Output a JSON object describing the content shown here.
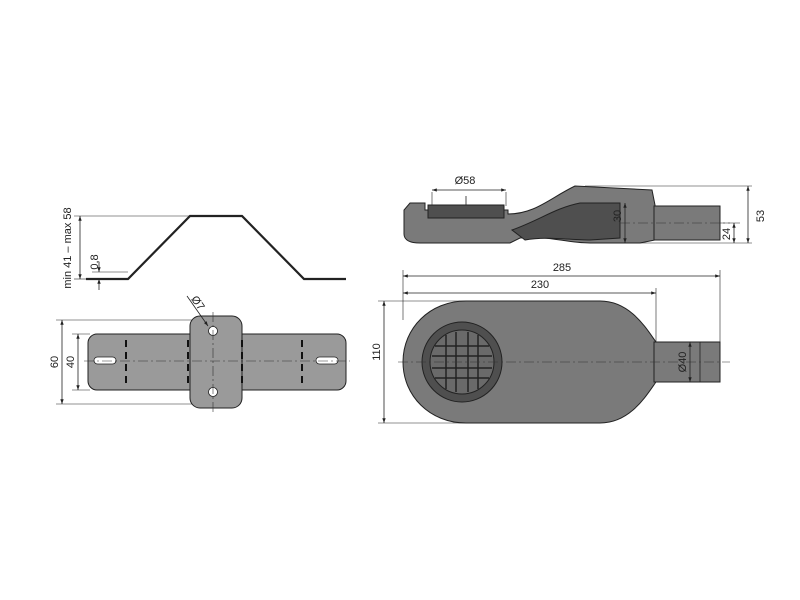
{
  "drawing": {
    "profile_view": {
      "height_range_label": "min 41 – max 58",
      "thickness_label": "0,8"
    },
    "bracket_view": {
      "outer_height_label": "60",
      "inner_height_label": "40",
      "hole_label": "Ø7"
    },
    "side_view": {
      "grate_diameter_label": "Ø58",
      "body_height_label": "30",
      "outlet_center_label": "24",
      "total_height_label": "53"
    },
    "top_view": {
      "overall_length_label": "285",
      "body_length_label": "230",
      "width_label": "110",
      "outlet_diameter_label": "Ø40"
    }
  }
}
